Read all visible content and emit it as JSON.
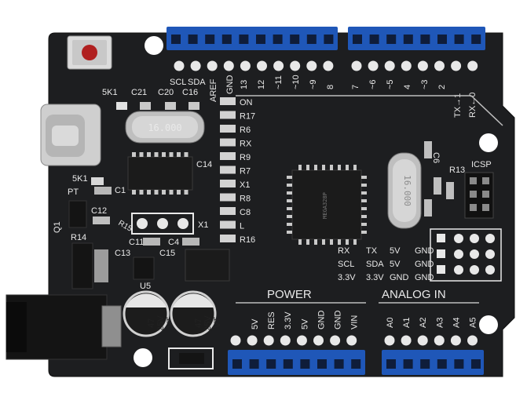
{
  "colors": {
    "pcb": "#1d1e20",
    "silkscreen": "#e9e9e9",
    "header": "#1f57b8",
    "header_hole": "#0f1d3a",
    "pad": "#e8e8e8",
    "chip": "#1b1b1b",
    "metal": "#c9c9c9",
    "reset_button": "#b02020"
  },
  "labels": {
    "top_left": [
      "5K1",
      "C21",
      "C20",
      "C16"
    ],
    "scl": "SCL",
    "sda": "SDA",
    "aref": "AREF",
    "gnd_top": "GND",
    "digital_pins": [
      "13",
      "12",
      "~11",
      "~10",
      "~9",
      "8",
      "7",
      "~6",
      "~5",
      "4",
      "~3",
      "2"
    ],
    "tx_arrow": "TX→1",
    "rx_arrow": "RX←0",
    "led_column": [
      "ON",
      "R17",
      "R6",
      "RX",
      "R9",
      "R7",
      "X1",
      "R8",
      "C8",
      "L",
      "R16"
    ],
    "crystal": "16.000",
    "c14": "C14",
    "fivek1": "5K1",
    "pt": "PT",
    "c1": "C1",
    "c12": "C12",
    "q1": "Q1",
    "r14": "R14",
    "r15": "R15",
    "x1": "X1",
    "c11": "C11",
    "c4": "C4",
    "c13": "C13",
    "c15": "C15",
    "u5": "U5",
    "cap_left": [
      "47",
      "25V",
      "VT"
    ],
    "cap_right": [
      "47",
      "25V",
      "VT"
    ],
    "c6": "C6",
    "r13": "R13",
    "icsp": "ICSP",
    "crystal2": "16.000",
    "chip_text": "MEGA328P",
    "i2c_grid": [
      "RX",
      "TX",
      "5V",
      "GND",
      "SCL",
      "SDA",
      "5V",
      "GND",
      "3.3V",
      "3.3V",
      "GND",
      "GND"
    ],
    "power": "POWER",
    "analog_in": "ANALOG IN",
    "power_pins": [
      "5V",
      "RES",
      "3.3V",
      "5V",
      "GND",
      "GND",
      "VIN"
    ],
    "analog_pins": [
      "A0",
      "A1",
      "A2",
      "A3",
      "A4",
      "A5"
    ]
  }
}
